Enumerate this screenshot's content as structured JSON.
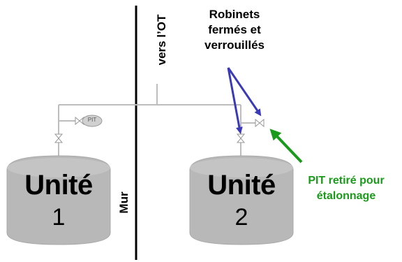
{
  "labels": {
    "robinets": [
      "Robinets",
      "fermés et",
      "verrouillés"
    ],
    "vers_ot": "vers l’OT",
    "mur": "Mur",
    "pit_retire": [
      "PIT retiré pour",
      "étalonnage"
    ],
    "pit_tag": "PIT"
  },
  "units": [
    {
      "title": "Unité",
      "number": "1"
    },
    {
      "title": "Unité",
      "number": "2"
    }
  ],
  "colors": {
    "tank": "#b8b8b8",
    "tank_edge": "#9a9a9a",
    "pipe": "#bdbdbd",
    "arrow_blue": "#3a3ab8",
    "arrow_green": "#1a9a1a",
    "wall": "#000000"
  }
}
